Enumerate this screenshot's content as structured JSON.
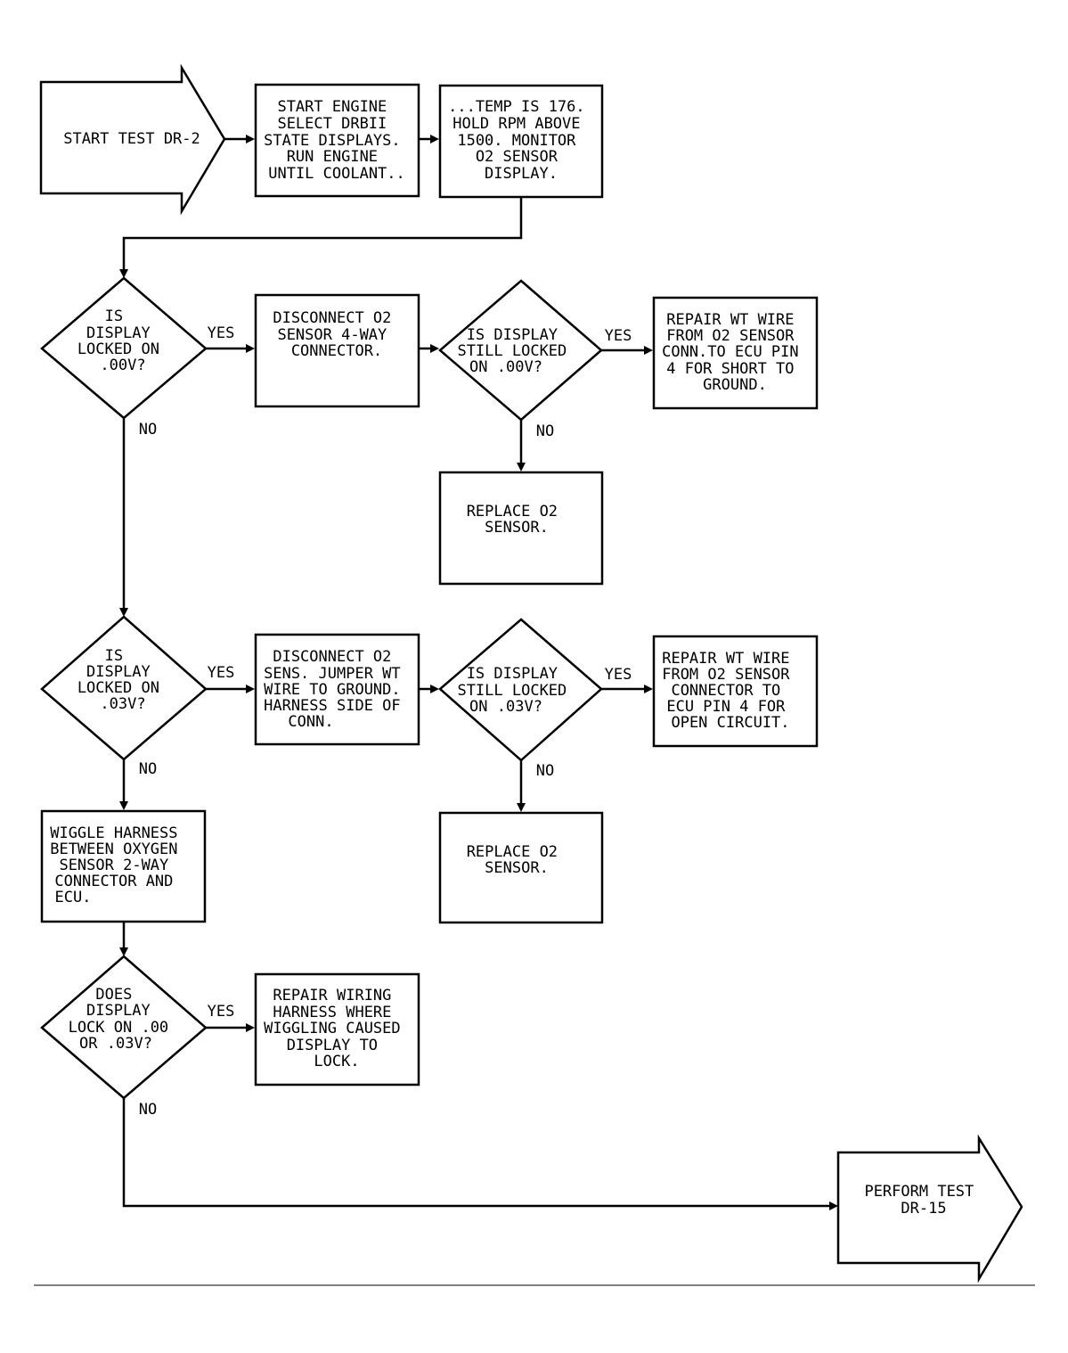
{
  "start_arrow": {
    "lines": [
      "START TEST DR-2"
    ]
  },
  "end_arrow": {
    "lines": [
      "PERFORM TEST",
      "DR-15"
    ]
  },
  "boxes": {
    "start_engine": [
      "START ENGINE",
      "SELECT DRBII",
      "STATE DISPLAYS.",
      "RUN ENGINE",
      "UNTIL COOLANT.."
    ],
    "temp_hold": [
      "...TEMP IS 176.",
      "HOLD RPM ABOVE",
      "1500. MONITOR",
      "O2 SENSOR",
      "DISPLAY."
    ],
    "disconnect_4way": [
      "DISCONNECT O2",
      "SENSOR 4-WAY",
      "CONNECTOR."
    ],
    "repair_short": [
      "REPAIR WT WIRE",
      "FROM O2 SENSOR",
      "CONN.TO ECU PIN",
      "4 FOR SHORT TO",
      "GROUND."
    ],
    "replace_sensor_1": [
      "REPLACE O2",
      "SENSOR."
    ],
    "disconnect_jumper": [
      "DISCONNECT O2",
      "SENS. JUMPER WT",
      "WIRE TO GROUND.",
      "HARNESS SIDE OF",
      "CONN."
    ],
    "repair_open": [
      "REPAIR WT WIRE",
      "FROM O2 SENSOR",
      "CONNECTOR TO",
      "ECU PIN 4 FOR",
      "OPEN CIRCUIT."
    ],
    "replace_sensor_2": [
      "REPLACE O2",
      "SENSOR."
    ],
    "wiggle_harness": [
      "WIGGLE HARNESS",
      "BETWEEN OXYGEN",
      "SENSOR 2-WAY",
      "CONNECTOR AND",
      "ECU."
    ],
    "repair_wiring": [
      "REPAIR WIRING",
      "HARNESS WHERE",
      "WIGGLING CAUSED",
      "DISPLAY TO",
      "LOCK."
    ]
  },
  "decisions": {
    "locked_00": [
      "IS",
      "DISPLAY",
      "LOCKED ON",
      ".00V?"
    ],
    "still_locked_00": [
      "IS DISPLAY",
      "STILL LOCKED",
      "ON .00V?"
    ],
    "locked_03": [
      "IS",
      "DISPLAY",
      "LOCKED ON",
      ".03V?"
    ],
    "still_locked_03": [
      "IS DISPLAY",
      "STILL LOCKED",
      "ON .03V?"
    ],
    "lock_either": [
      "DOES",
      "DISPLAY",
      "LOCK ON .00",
      "OR .03V?"
    ]
  },
  "branch_labels": {
    "yes": "YES",
    "no": "NO"
  }
}
